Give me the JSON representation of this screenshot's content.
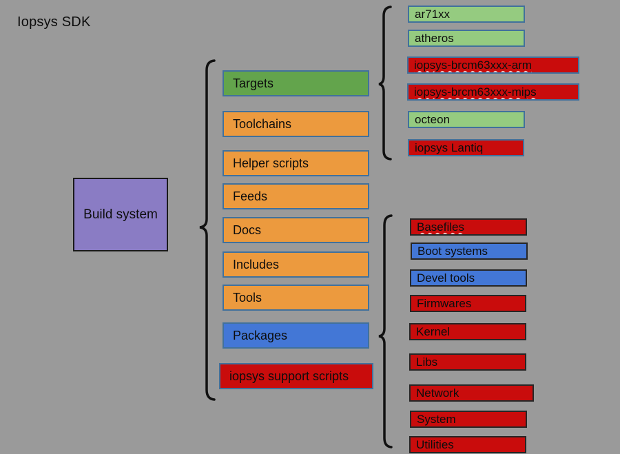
{
  "title": "Iopsys SDK",
  "colors": {
    "background": "#9a9a9a",
    "purple": "#8a7cc4",
    "green": "#63a44c",
    "orange": "#ec9a3e",
    "blue": "#4377d6",
    "light_green": "#95cb80",
    "red": "#c90c0c",
    "border_blue": "#41719c",
    "border_dark": "#262626",
    "brace": "#111111",
    "text": "#0d0d0d"
  },
  "root": {
    "label": "Build system",
    "color": "purple"
  },
  "middle_column": {
    "items": [
      {
        "label": "Targets",
        "color": "green"
      },
      {
        "label": "Toolchains",
        "color": "orange"
      },
      {
        "label": "Helper scripts",
        "color": "orange"
      },
      {
        "label": "Feeds",
        "color": "orange"
      },
      {
        "label": "Docs",
        "color": "orange"
      },
      {
        "label": "Includes",
        "color": "orange"
      },
      {
        "label": "Tools",
        "color": "orange"
      },
      {
        "label": "Packages",
        "color": "blue"
      },
      {
        "label": "iopsys support scripts",
        "color": "red"
      }
    ]
  },
  "targets_group": {
    "items": [
      {
        "label": "ar71xx",
        "color": "light_green",
        "misspelled": false
      },
      {
        "label": "atheros",
        "color": "light_green",
        "misspelled": false
      },
      {
        "label": "iopsys-brcm63xxx-arm",
        "color": "red",
        "misspelled": true
      },
      {
        "label": "iopsys-brcm63xxx-mips",
        "color": "red",
        "misspelled": true
      },
      {
        "label": "octeon",
        "color": "light_green",
        "misspelled": false
      },
      {
        "label": "iopsys Lantiq",
        "color": "red",
        "misspelled": false
      }
    ]
  },
  "packages_group": {
    "items": [
      {
        "label": "Basefiles",
        "color": "red",
        "misspelled": true
      },
      {
        "label": "Boot systems",
        "color": "blue",
        "misspelled": false
      },
      {
        "label": "Devel tools",
        "color": "blue",
        "misspelled": false
      },
      {
        "label": "Firmwares",
        "color": "red",
        "misspelled": false
      },
      {
        "label": "Kernel",
        "color": "red",
        "misspelled": false
      },
      {
        "label": "Libs",
        "color": "red",
        "misspelled": false
      },
      {
        "label": "Network",
        "color": "red",
        "misspelled": false
      },
      {
        "label": "System",
        "color": "red",
        "misspelled": false
      },
      {
        "label": "Utilities",
        "color": "red",
        "misspelled": false
      }
    ]
  }
}
